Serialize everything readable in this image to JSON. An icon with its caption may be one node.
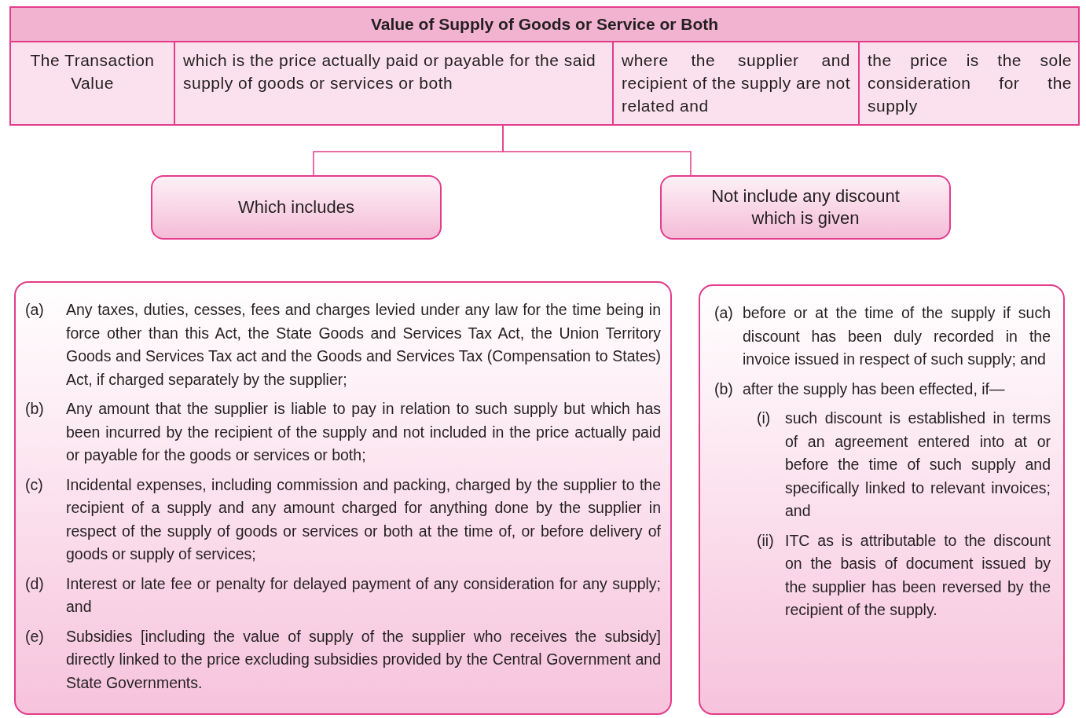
{
  "diagram": {
    "nodes": [
      {
        "text": [
          "Value of Supply of Goods or Service or Both"
        ]
      },
      {
        "text": [
          "The Transaction Value"
        ],
        "in": 0
      },
      {
        "text": [
          "which is the price actually paid or payable for the said supply of goods or services or both"
        ],
        "in": 0
      },
      {
        "text": [
          "where the supplier and recipient of the supply are not related and"
        ],
        "in": 0
      },
      {
        "text": [
          "the price is the sole consideration for the supply"
        ],
        "in": 0
      },
      {
        "text": [
          "Which includes"
        ]
      },
      {
        "text": [
          "Not include any discount which is given"
        ]
      },
      {
        "text": [
          "(a)",
          "Any taxes, duties, cesses, fees and charges levied under any law for the time being in force other than this Act, the State Goods and Services Tax Act, the Union Territory Goods and Services Tax act and the Goods and Services Tax (Compensation to States) Act, if charged separately by the supplier;",
          "(b)",
          "Any amount that the supplier is liable to pay in relation to such supply but which has been incurred by the recipient of the supply and not included in the price actually paid or payable for the goods or services or both;",
          "(c)",
          "Incidental expenses, including commission and packing, charged by the supplier to the recipient of a supply and any amount charged for anything done by the supplier in respect of the supply of goods or services or both at the time of, or before delivery of goods or supply of services;",
          "(d)",
          "Interest or late fee or penalty for delayed payment of any consideration for any supply; and",
          "(e)",
          "Subsidies [including the value of supply of the supplier who receives the subsidy] directly linked to the price excluding subsidies provided by the Central Government and State Governments."
        ]
      },
      {
        "text": [
          "(a)",
          "before or at the time of the supply if such discount has been duly recorded in the invoice issued in respect of such supply; and",
          "(b)",
          "after the supply has been effected, if—",
          "(i)",
          "such discount is established in terms of an agreement entered into at or before the time of such supply and specifically linked to relevant invoices; and",
          "(ii)",
          "ITC as is attributable to the discount on the basis of document issued by the supplier has been reversed by the recipient of the supply."
        ]
      }
    ],
    "edges": [
      {
        "from": 0,
        "to": 5,
        "arrow": "none"
      },
      {
        "from": 0,
        "to": 6,
        "arrow": "none"
      }
    ]
  }
}
